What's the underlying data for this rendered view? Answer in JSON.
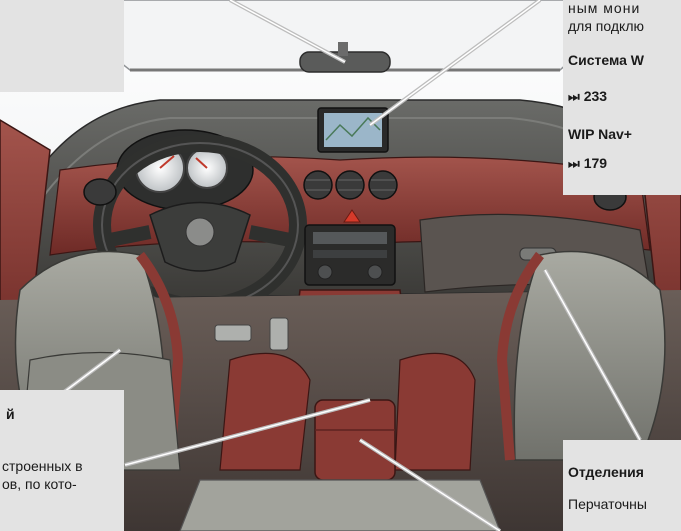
{
  "top_right_callout": {
    "line1": "ным мони",
    "line2": "для подклю",
    "heading1": "Система W",
    "ref1": "233",
    "heading2": "WIP Nav+",
    "ref2": "179",
    "ref_icon": "skip-forward-icon"
  },
  "bottom_left_callout": {
    "heading_fragment": "й",
    "line1": "строенных в",
    "line2": "ов, по кото-"
  },
  "bottom_right_callout": {
    "heading": "Отделения",
    "line1": "Перчаточны"
  },
  "colors": {
    "callout_bg": "#e3e3e3",
    "interior_leather": "#8a3a34",
    "seat_gray": "#8d8e86",
    "dashboard_dark": "#3b3a37"
  }
}
